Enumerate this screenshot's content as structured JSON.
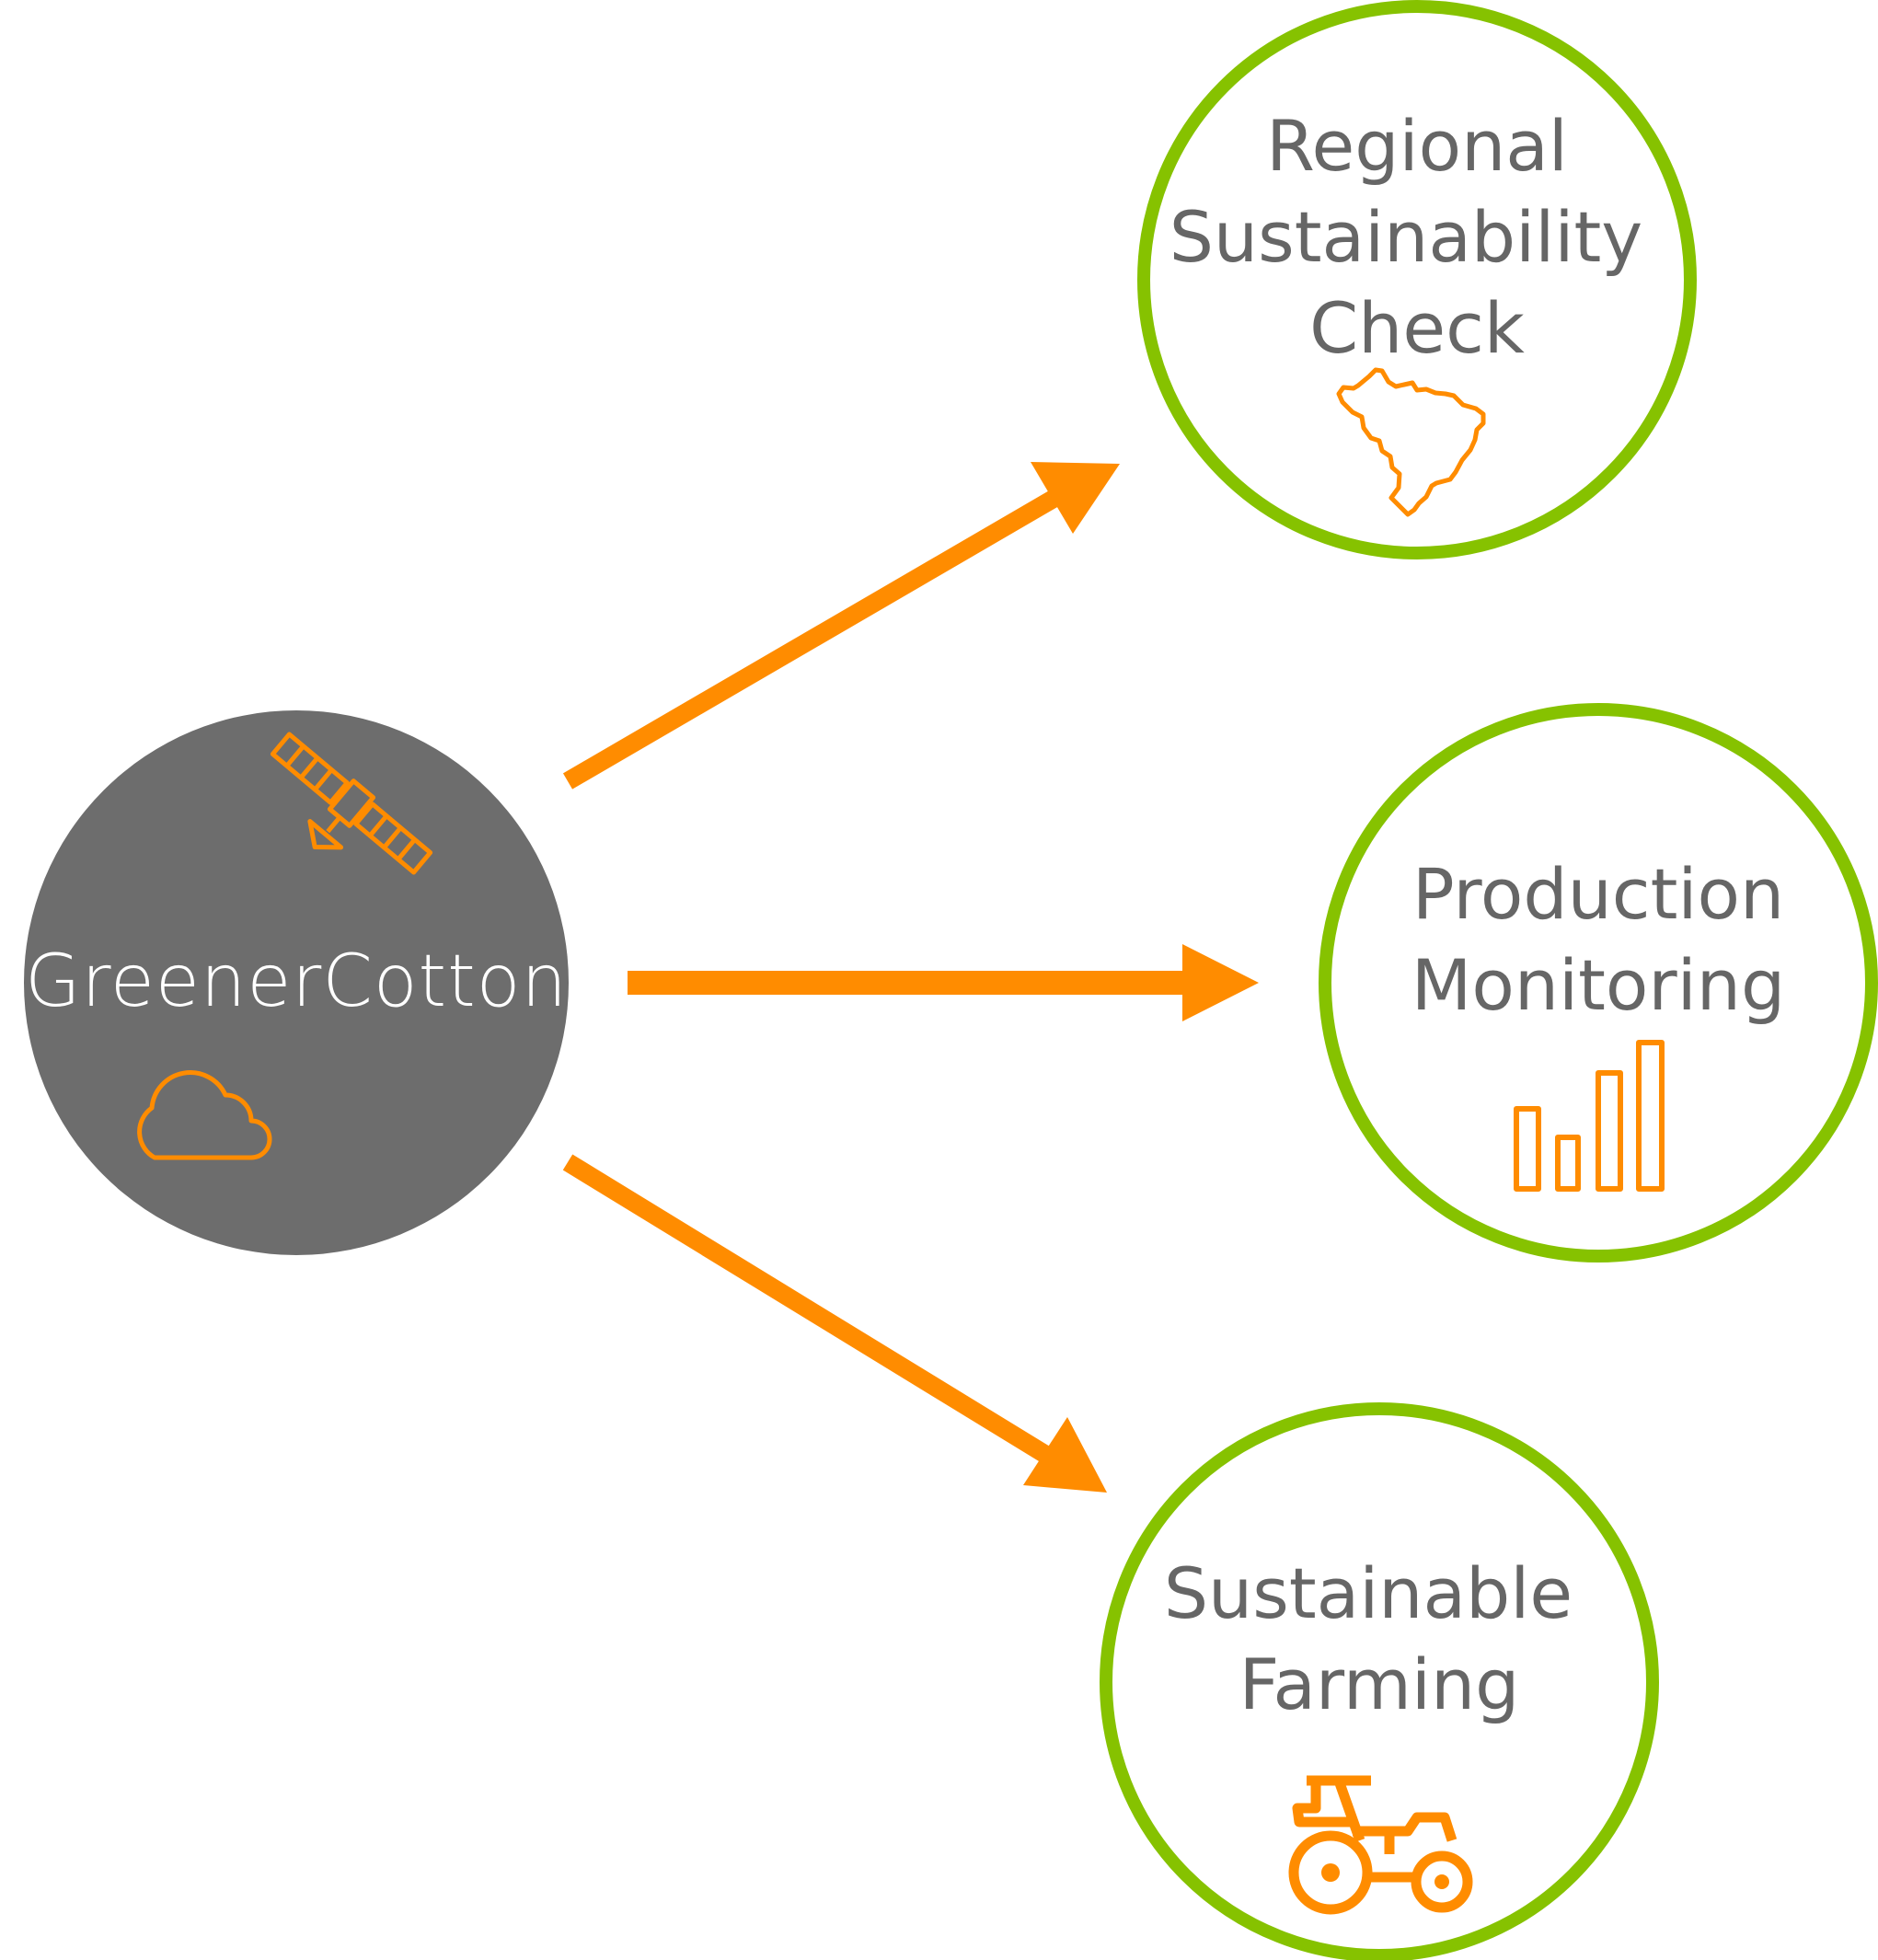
{
  "colors": {
    "hub_fill": "#6d6d6d",
    "node_border": "#86c200",
    "arrow": "#ff8c00",
    "icon": "#ff8c00",
    "node_text": "#666666",
    "hub_text": "#ffffff"
  },
  "hub": {
    "label": "GreenerCotton",
    "icons": [
      "satellite-icon",
      "cloud-icon"
    ]
  },
  "nodes": [
    {
      "id": "regional",
      "lines": [
        "Regional",
        "Sustainability",
        "Check"
      ],
      "icon": "brazil-map-icon"
    },
    {
      "id": "production",
      "lines": [
        "Production",
        "Monitoring"
      ],
      "icon": "bar-chart-icon"
    },
    {
      "id": "farming",
      "lines": [
        "Sustainable",
        "Farming"
      ],
      "icon": "tractor-icon"
    }
  ],
  "edges": [
    {
      "from": "hub",
      "to": "regional"
    },
    {
      "from": "hub",
      "to": "production"
    },
    {
      "from": "hub",
      "to": "farming"
    }
  ]
}
